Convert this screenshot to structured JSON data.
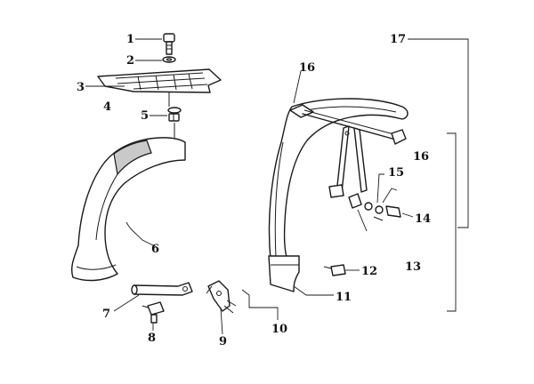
{
  "callouts": {
    "c1": "1",
    "c2": "2",
    "c3": "3",
    "c4": "4",
    "c5": "5",
    "c6": "6",
    "c7": "7",
    "c8": "8",
    "c9": "9",
    "c10": "10",
    "c11": "11",
    "c12": "12",
    "c13": "13",
    "c14": "14",
    "c15": "15",
    "c16a": "16",
    "c16b": "16",
    "c17": "17"
  },
  "colors": {
    "line": "#1a1a1a",
    "shade": "#c9c9c9",
    "background": "#ffffff"
  }
}
